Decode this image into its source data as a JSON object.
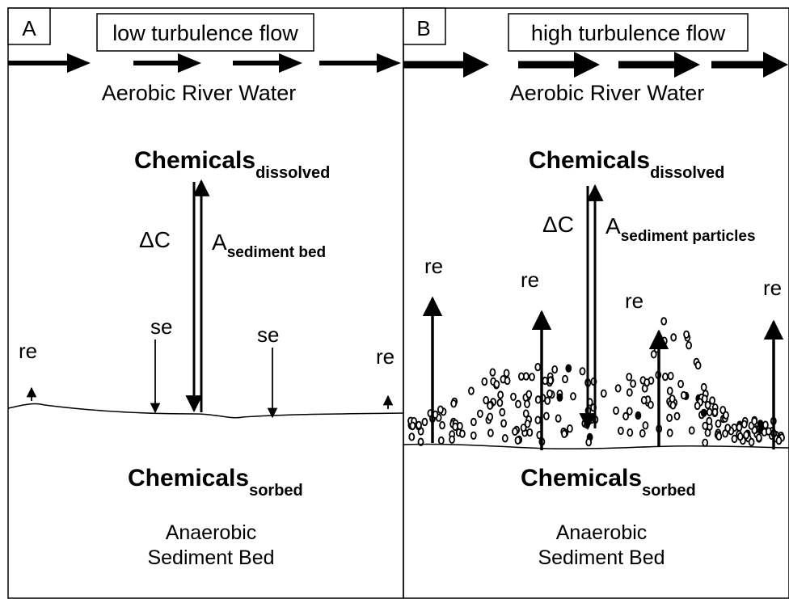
{
  "panel_a": {
    "letter": "A",
    "title": "low turbulence flow",
    "water_label": "Aerobic River Water",
    "dissolved": {
      "main": "Chemicals",
      "sub": "dissolved"
    },
    "delta_c": "ΔC",
    "area": {
      "main": "A",
      "sub": "sediment bed"
    },
    "se_left": "se",
    "se_right": "se",
    "re_left": "re",
    "re_right": "re",
    "sorbed": {
      "main": "Chemicals",
      "sub": "sorbed"
    },
    "bed_line1": "Anaerobic",
    "bed_line2": "Sediment Bed"
  },
  "panel_b": {
    "letter": "B",
    "title": "high turbulence flow",
    "water_label": "Aerobic River Water",
    "dissolved": {
      "main": "Chemicals",
      "sub": "dissolved"
    },
    "delta_c": "ΔC",
    "area": {
      "main": "A",
      "sub": "sediment particles"
    },
    "re_1": "re",
    "re_2": "re",
    "re_3": "re",
    "re_4": "re",
    "sorbed": {
      "main": "Chemicals",
      "sub": "sorbed"
    },
    "bed_line1": "Anaerobic",
    "bed_line2": "Sediment Bed"
  }
}
